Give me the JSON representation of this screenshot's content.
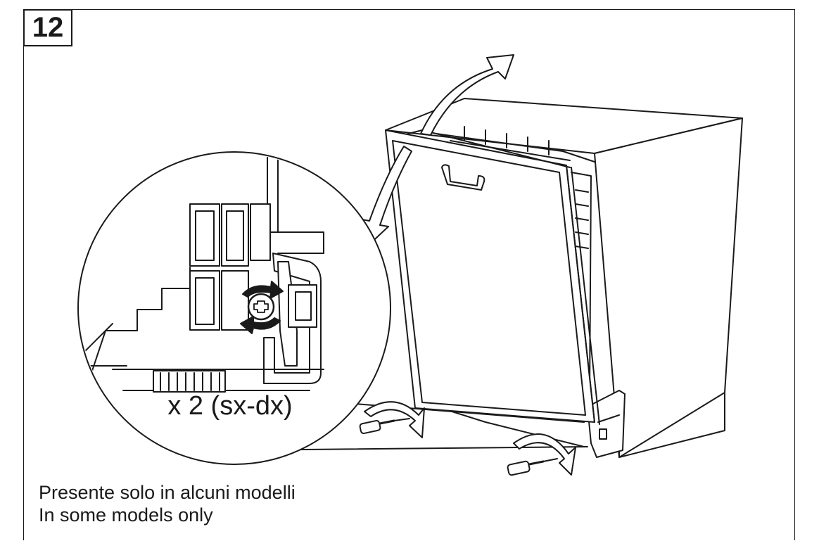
{
  "step_number": "12",
  "callout_label": "x 2 (sx-dx)",
  "notes": {
    "line1": "Presente solo in alcuni modelli",
    "line2": "In some models only"
  },
  "icons": [
    "dishwasher-illustration",
    "door-tilt-arrow-icon",
    "screwdriver-icon",
    "rotation-arrow-icon",
    "screw-icon",
    "hinge-detail-zoom"
  ]
}
